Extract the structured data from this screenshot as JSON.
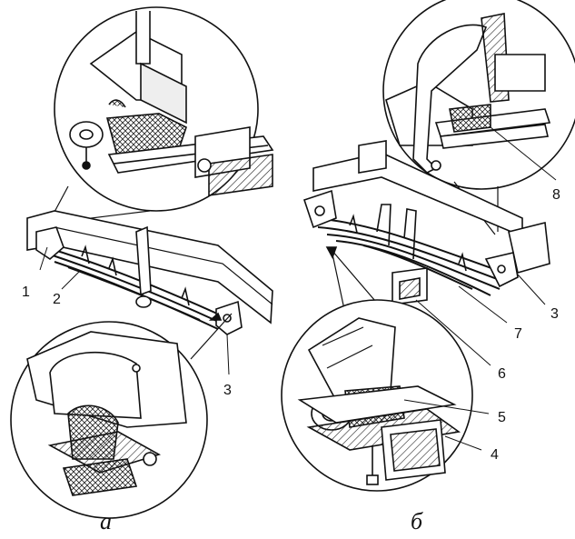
{
  "figure": {
    "variant_a": {
      "caption": "а",
      "callouts": [
        "1",
        "2",
        "3"
      ]
    },
    "variant_b": {
      "caption": "б",
      "callouts": [
        "3",
        "4",
        "5",
        "6",
        "7",
        "8"
      ]
    }
  }
}
